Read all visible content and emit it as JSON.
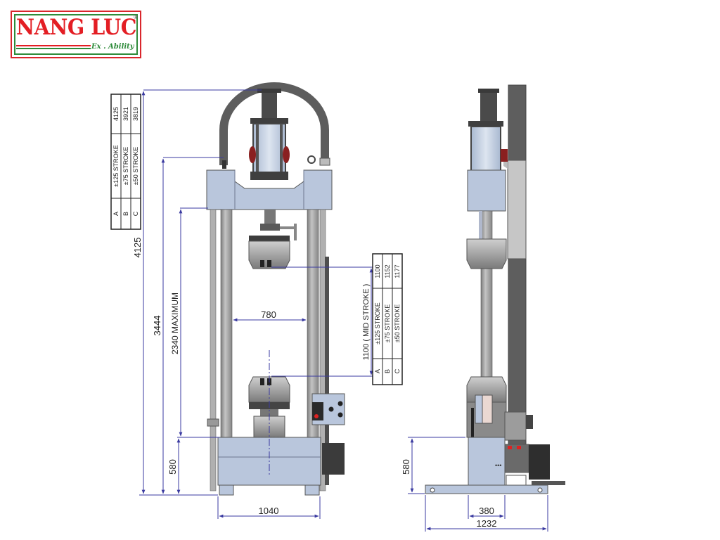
{
  "logo": {
    "title": "NANG LUC",
    "registered": "®",
    "subtitle": "Ex . Ability",
    "colors": {
      "red": "#e31e24",
      "green": "#2e8b3a"
    }
  },
  "front_view": {
    "dimensions": {
      "overall_height": "4125",
      "column_height": "3444",
      "daylight": "2340 MAXIMUM",
      "base_height": "580",
      "column_spacing": "780",
      "base_width": "1040",
      "mid_stroke": "1100 ( MID STROKE )"
    },
    "table_overall_height": {
      "rows": [
        {
          "key": "A",
          "stroke": "±125 STROKE",
          "value": "4125"
        },
        {
          "key": "B",
          "stroke": "±75 STROKE",
          "value": "3921"
        },
        {
          "key": "C",
          "stroke": "±50 STROKE",
          "value": "3819"
        }
      ]
    },
    "table_mid_stroke": {
      "rows": [
        {
          "key": "A",
          "stroke": "±125 STROKE",
          "value": "1100"
        },
        {
          "key": "B",
          "stroke": "±75 STROKE",
          "value": "1152"
        },
        {
          "key": "C",
          "stroke": "±50 STROKE",
          "value": "1177"
        }
      ]
    }
  },
  "side_view": {
    "dimensions": {
      "base_height": "580",
      "column_offset": "380",
      "overall_depth": "1232"
    }
  },
  "colors": {
    "dimension_line": "#3a3aa0",
    "frame_blue": "#b9c6dc",
    "steel_gray": "#9a9a9a",
    "dark_gray": "#5a5a5a",
    "accent_red": "#c0282a"
  }
}
